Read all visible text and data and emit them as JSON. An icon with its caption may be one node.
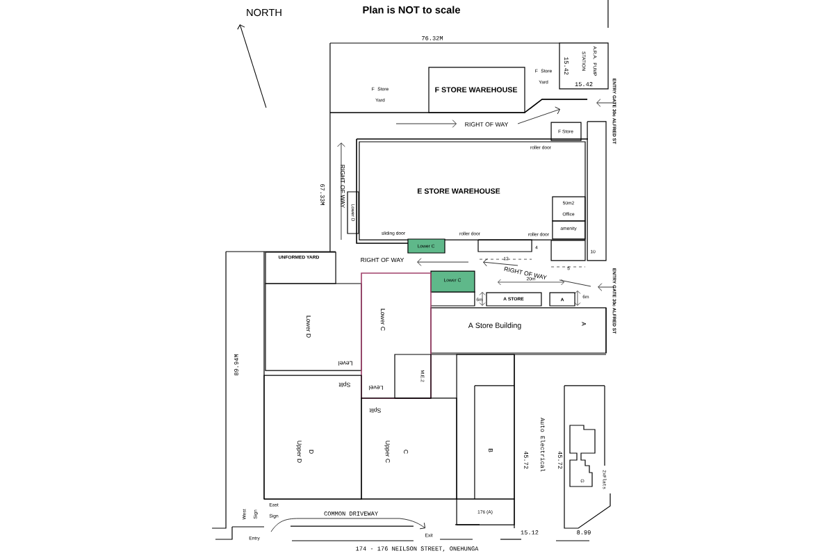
{
  "diagram": {
    "nodes": [
      {
        "text": [
          "F  STORE WAREHOUSE"
        ]
      },
      {
        "text": [
          "F Store"
        ]
      },
      {
        "text": [
          "E  STORE WAREHOUSE"
        ]
      },
      {
        "text": [
          "50m2 Office"
        ],
        "in": 2
      },
      {
        "text": [
          "amenity"
        ],
        "in": 2
      },
      {
        "text": [
          "Lower D"
        ]
      },
      {
        "text": [
          "Lower C"
        ]
      },
      {
        "text": [
          "Lower C"
        ]
      },
      {
        "text": [
          "A STORE"
        ]
      },
      {
        "text": [
          "A"
        ]
      },
      {
        "text": [
          "A Store Building",
          "A"
        ]
      },
      {
        "text": [
          "UNFORMED YARD"
        ]
      },
      {
        "text": [
          "Lower D",
          "Level"
        ]
      },
      {
        "text": [
          "Lower C",
          "Level"
        ]
      },
      {
        "text": [
          "M.E.2"
        ],
        "in": 13
      },
      {
        "text": [
          "Split",
          "Upper D",
          "D"
        ]
      },
      {
        "text": [
          "Split",
          "Upper C",
          "C"
        ]
      },
      {
        "text": [
          "B"
        ]
      },
      {
        "text": [
          "176 (A)"
        ]
      },
      {
        "text": [
          "G"
        ]
      },
      {
        "text": [
          "A.R.A. PUMP STATION"
        ]
      }
    ],
    "labels": [
      "NORTH",
      "Plan is NOT to scale",
      "76.32M",
      "15.42",
      "15.42",
      "F Store Yard",
      "F Store Yard",
      "ENTRY GATE 30c ALFRED ST",
      "RIGHT OF WAY",
      "roller door",
      "RIGHT OF WAY",
      "67.33M",
      "sliding door",
      "roller door",
      "roller door",
      "4",
      "10",
      "12",
      "5",
      "RIGHT OF WAY",
      "RIGHT OF WAY",
      "20m",
      "6m",
      "6m",
      "ENTRY GATE 30c ALFRED ST",
      "89.94M",
      "45.72",
      "Auto Electrical",
      "45.72",
      "2xFlats",
      "West Sign",
      "East Sign",
      "COMMON DRIVEWAY",
      "Entry",
      "Exit",
      "15.12",
      "8.99",
      "174 - 176 NEILSON STREET, ONEHUNGA"
    ]
  }
}
